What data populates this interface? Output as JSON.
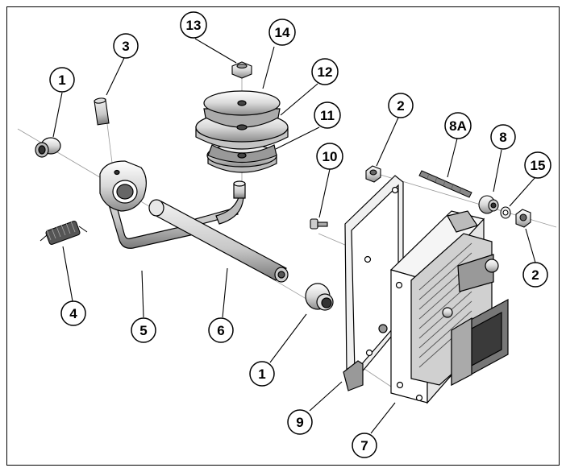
{
  "diagram": {
    "callouts": [
      {
        "id": "c1a",
        "label": "1"
      },
      {
        "id": "c3",
        "label": "3"
      },
      {
        "id": "c4",
        "label": "4"
      },
      {
        "id": "c5",
        "label": "5"
      },
      {
        "id": "c6",
        "label": "6"
      },
      {
        "id": "c1b",
        "label": "1"
      },
      {
        "id": "c13",
        "label": "13"
      },
      {
        "id": "c14",
        "label": "14"
      },
      {
        "id": "c12",
        "label": "12"
      },
      {
        "id": "c11",
        "label": "11"
      },
      {
        "id": "c10",
        "label": "10"
      },
      {
        "id": "c2a",
        "label": "2"
      },
      {
        "id": "c8a",
        "label": "8A"
      },
      {
        "id": "c8",
        "label": "8"
      },
      {
        "id": "c15",
        "label": "15"
      },
      {
        "id": "c2b",
        "label": "2"
      },
      {
        "id": "c9",
        "label": "9"
      },
      {
        "id": "c7",
        "label": "7"
      }
    ]
  }
}
